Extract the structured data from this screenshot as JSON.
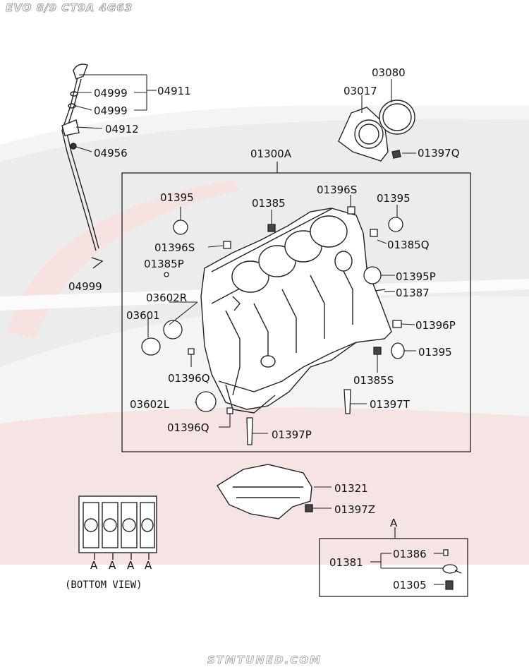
{
  "header": {
    "title": "EVO 8/9 CT9A 4G63"
  },
  "footer": {
    "watermark": "STMTUNED.COM"
  },
  "labels": {
    "p04911": "04911",
    "p04999a": "04999",
    "p04999b": "04999",
    "p04912": "04912",
    "p04956": "04956",
    "p04999c": "04999",
    "p03080": "03080",
    "p03017": "03017",
    "p01397q": "01397Q",
    "p01300a": "01300A",
    "p01396s_top": "01396S",
    "p01395_left": "01395",
    "p01395_right": "01395",
    "p01385": "01385",
    "p01396s": "01396S",
    "p01385q": "01385Q",
    "p01385p": "01385P",
    "p01395p": "01395P",
    "p01387": "01387",
    "p03602r": "03602R",
    "p03601": "03601",
    "p01396p": "01396P",
    "p01395_lower": "01395",
    "p01396q_a": "01396Q",
    "p01385s": "01385S",
    "p03602l": "03602L",
    "p01397t": "01397T",
    "p01396q_b": "01396Q",
    "p01397p": "01397P",
    "p01321": "01321",
    "p01397z": "01397Z",
    "detail_a": "A",
    "p01386": "01386",
    "p01381": "01381",
    "p01305": "01305",
    "bottom_a1": "A",
    "bottom_a2": "A",
    "bottom_a3": "A",
    "bottom_a4": "A",
    "bottom_view": "(BOTTOM VIEW)"
  }
}
